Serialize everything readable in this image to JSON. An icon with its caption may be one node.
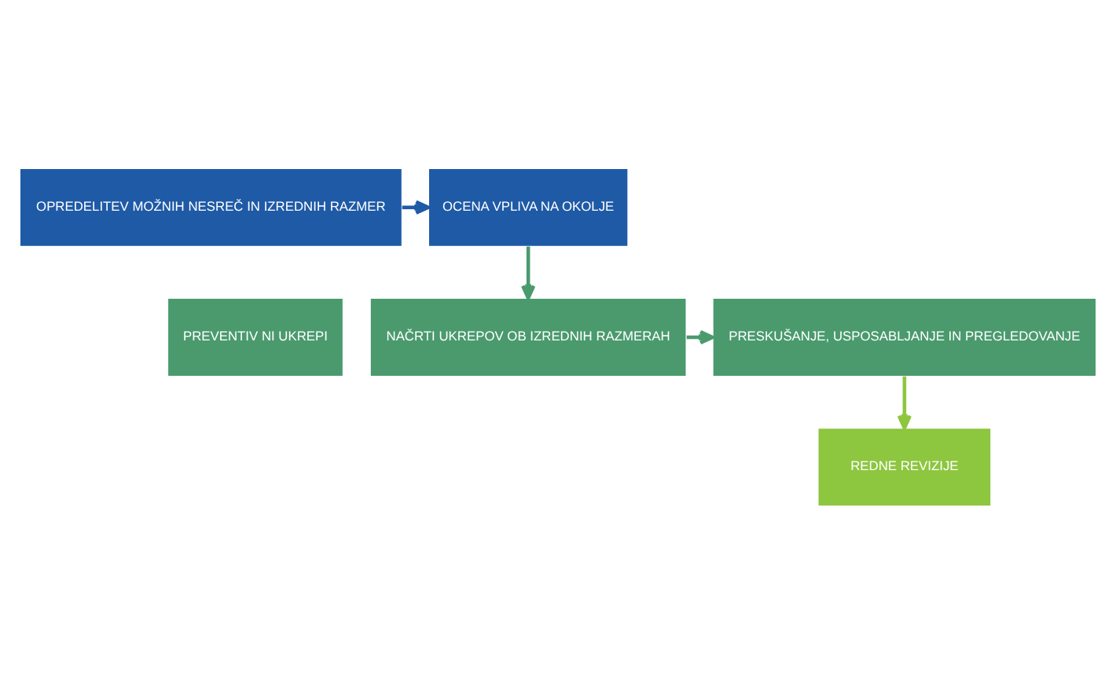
{
  "diagram": {
    "nodes": [
      {
        "text": [
          "OPREDELITEV MOŽNIH NESREČ IN IZREDNIH RAZMER"
        ]
      },
      {
        "text": [
          "OCENA VPLIVA NA OKOLJE"
        ]
      },
      {
        "text": [
          "PREVENTIV NI UKREPI"
        ]
      },
      {
        "text": [
          "NAČRTI UKREPOV OB IZREDNIH RAZMERAH"
        ]
      },
      {
        "text": [
          "PRESKUŠANJE, USPOSABLJANJE IN PREGLEDOVANJE"
        ]
      },
      {
        "text": [
          "REDNE REVIZIJE"
        ]
      }
    ],
    "edges": [
      {
        "from": 0,
        "to": 1,
        "arrow": "to",
        "color": "#1f5aa6"
      },
      {
        "from": 1,
        "to": 3,
        "arrow": "to"
      },
      {
        "from": 3,
        "to": 4,
        "arrow": "to"
      },
      {
        "from": 4,
        "to": 5,
        "arrow": "to",
        "color": "#8dc63f"
      }
    ]
  }
}
